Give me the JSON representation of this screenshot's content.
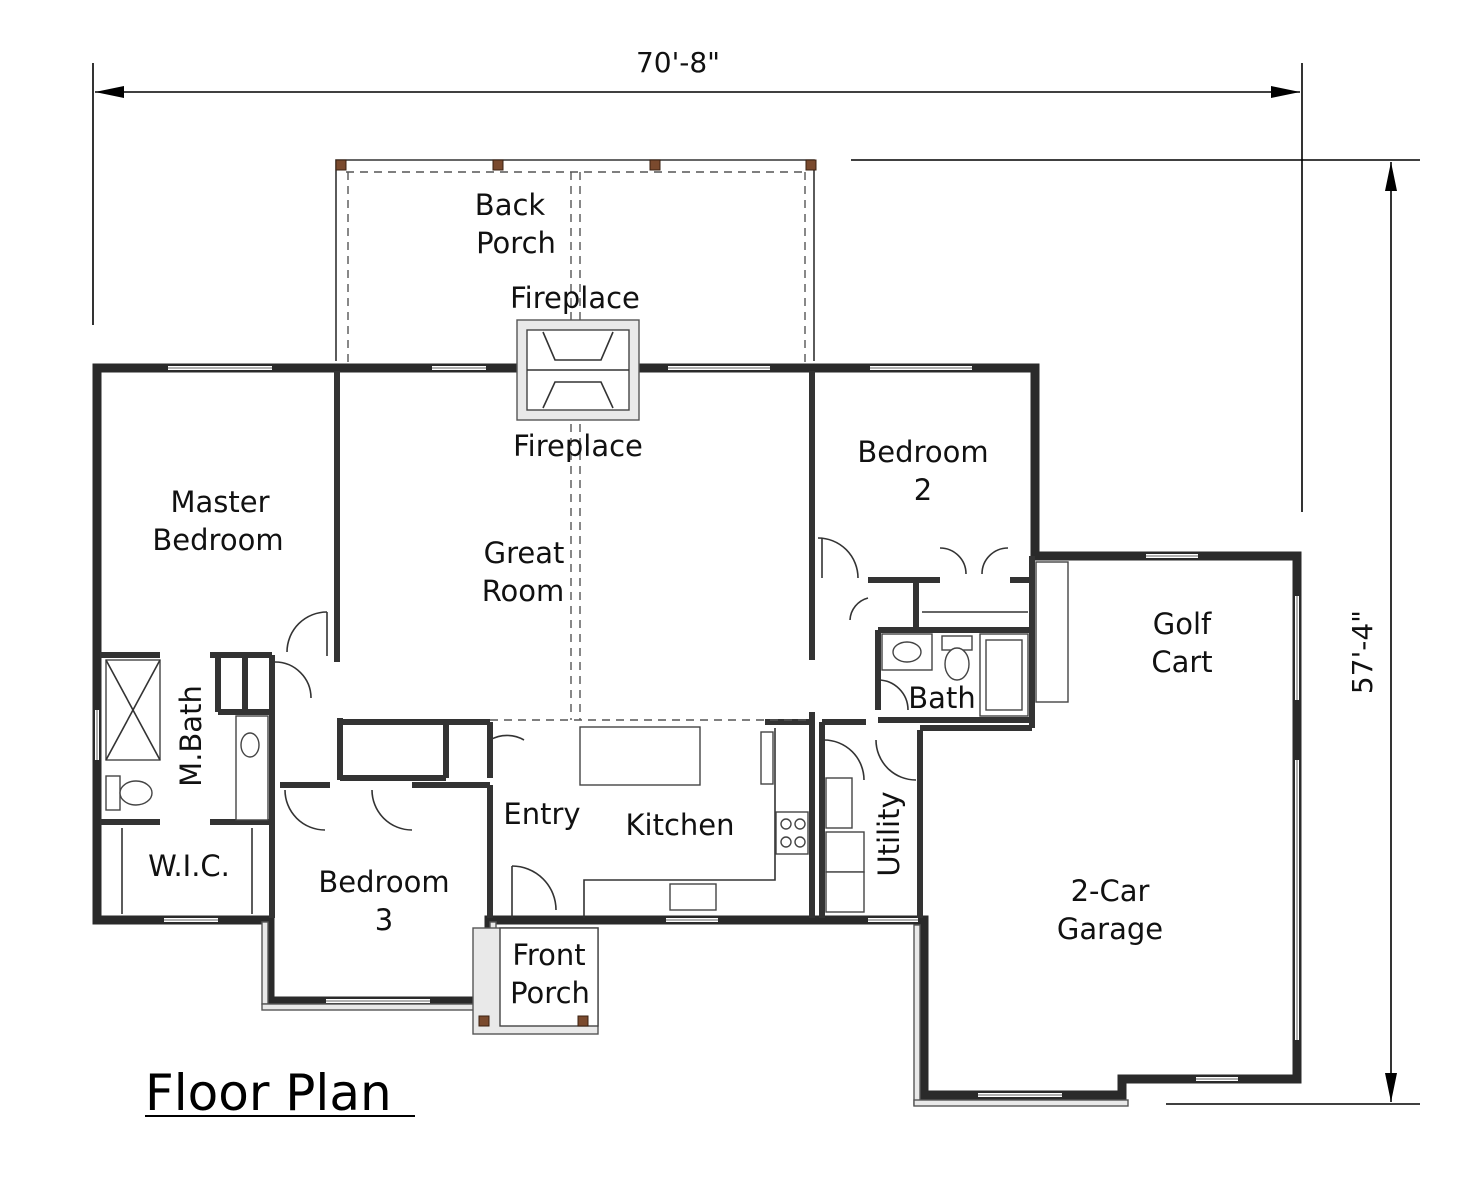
{
  "dimensions": {
    "width_label": "70'-8\"",
    "depth_label": "57'-4\""
  },
  "title": "Floor Plan",
  "rooms": {
    "back_porch": [
      "Back",
      "Porch"
    ],
    "fireplace_outdoor": "Fireplace",
    "fireplace_indoor": "Fireplace",
    "master_bedroom": [
      "Master",
      "Bedroom"
    ],
    "great_room": [
      "Great",
      "Room"
    ],
    "bedroom_2": [
      "Bedroom",
      "2"
    ],
    "golf_cart": [
      "Golf",
      "Cart"
    ],
    "bath": "Bath",
    "m_bath": "M.Bath",
    "wic": "W.I.C.",
    "entry": "Entry",
    "kitchen": "Kitchen",
    "utility": "Utility",
    "bedroom_3": [
      "Bedroom",
      "3"
    ],
    "front_porch": [
      "Front",
      "Porch"
    ],
    "garage": [
      "2-Car",
      "Garage"
    ]
  }
}
